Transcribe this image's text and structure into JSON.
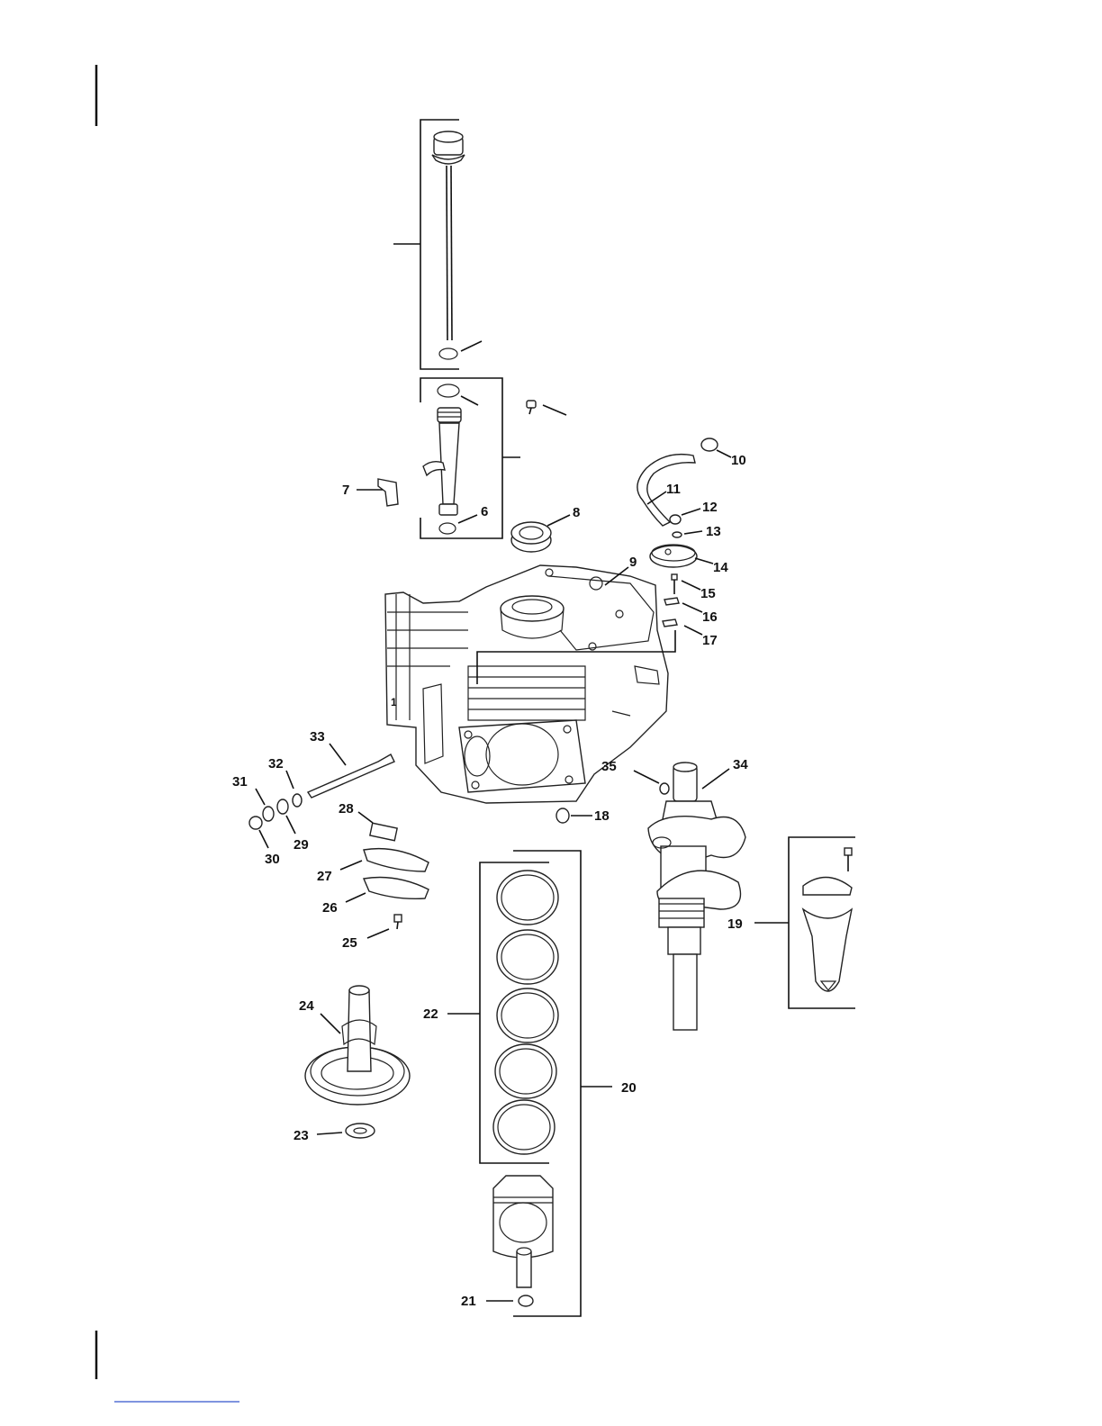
{
  "labels": {
    "l6": "6",
    "l7": "7",
    "l8": "8",
    "l9": "9",
    "l10": "10",
    "l11": "11",
    "l12": "12",
    "l13": "13",
    "l14": "14",
    "l15": "15",
    "l16": "16",
    "l17": "17",
    "l18": "18",
    "l19": "19",
    "l20": "20",
    "l21": "21",
    "l22": "22",
    "l23": "23",
    "l24": "24",
    "l25": "25",
    "l26": "26",
    "l27": "27",
    "l28": "28",
    "l29": "29",
    "l30": "30",
    "l31": "31",
    "l32": "32",
    "l33": "33",
    "l34": "34",
    "l35": "35",
    "l1": "1"
  },
  "colors": {
    "ink": "#111111",
    "link_rule": "#3355cc"
  }
}
